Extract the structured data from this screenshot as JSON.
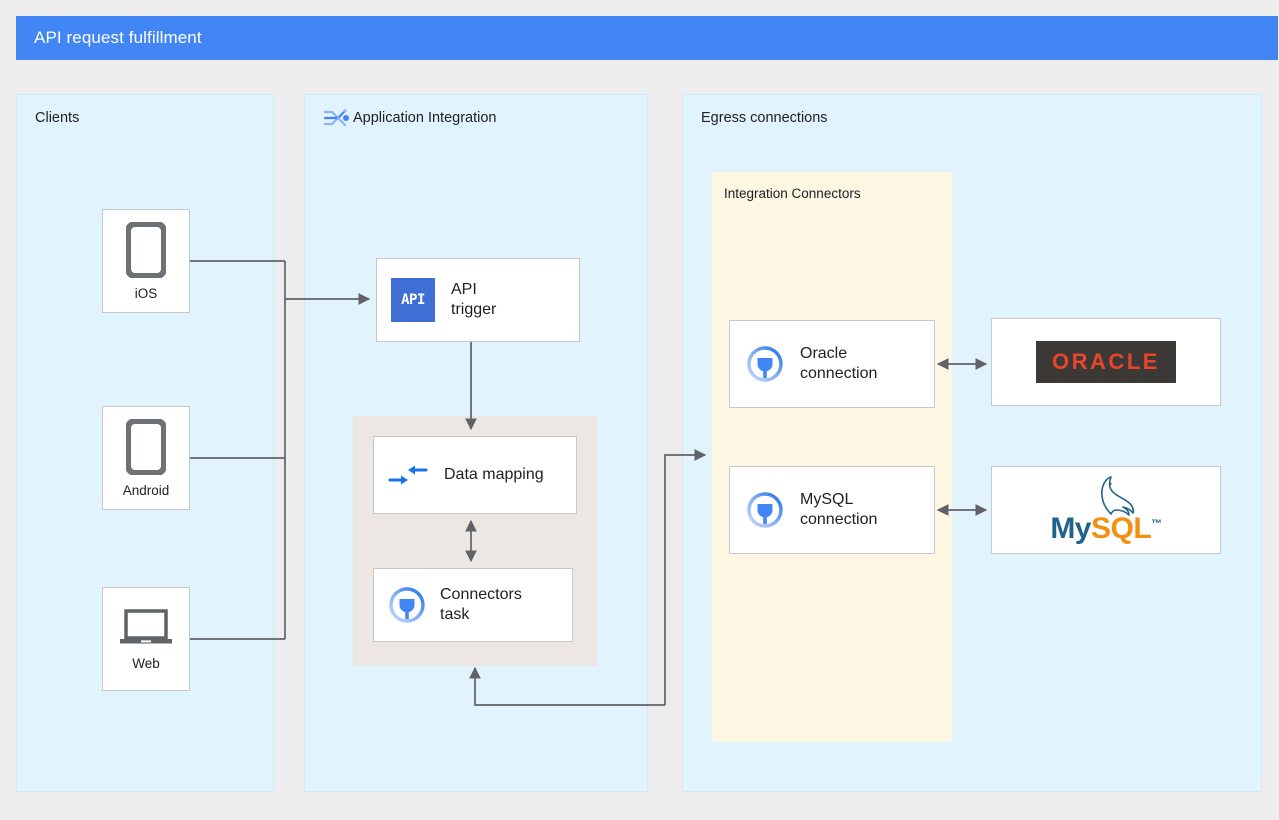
{
  "title_bar": {
    "title": "API request fulfillment",
    "background_color": "#4285f4",
    "text_color": "#ffffff"
  },
  "panels": {
    "clients": {
      "label": "Clients",
      "background_color": "#e1f3fd"
    },
    "application_integration": {
      "label": "Application Integration",
      "icon": "application-integration-icon",
      "background_color": "#e1f3fd"
    },
    "egress": {
      "label": "Egress connections",
      "background_color": "#e1f3fd"
    },
    "integration_connectors": {
      "label": "Integration Connectors",
      "background_color": "#fdf6e3"
    }
  },
  "clients": [
    {
      "label": "iOS",
      "icon": "mobile-phone-icon"
    },
    {
      "label": "Android",
      "icon": "mobile-phone-icon"
    },
    {
      "label": "Web",
      "icon": "laptop-icon"
    }
  ],
  "integration_tasks": [
    {
      "label": "API\ntrigger",
      "icon": "api-trigger-icon",
      "badge_text": "API"
    },
    {
      "label": "Data mapping",
      "icon": "data-mapping-icon"
    },
    {
      "label": "Connectors\ntask",
      "icon": "connector-plug-icon"
    }
  ],
  "connections": [
    {
      "label": "Oracle\nconnection",
      "icon": "connector-plug-icon"
    },
    {
      "label": "MySQL\nconnection",
      "icon": "connector-plug-icon"
    }
  ],
  "databases": [
    {
      "name": "ORACLE",
      "logo": "oracle-logo",
      "text_color": "#e8452c",
      "background_color": "#3b3835"
    },
    {
      "name": "MySQL",
      "logo": "mysql-logo",
      "my_color": "#21648a",
      "sql_color": "#f29111",
      "trademark": "™"
    }
  ],
  "colors": {
    "accent": "#4285f4",
    "panel_blue": "#e1f3fd",
    "connectors_cream": "#fdf6e3",
    "task_group_beige": "#ece7e3",
    "canvas_gray": "#ededed",
    "connector_line": "#5f6368"
  }
}
